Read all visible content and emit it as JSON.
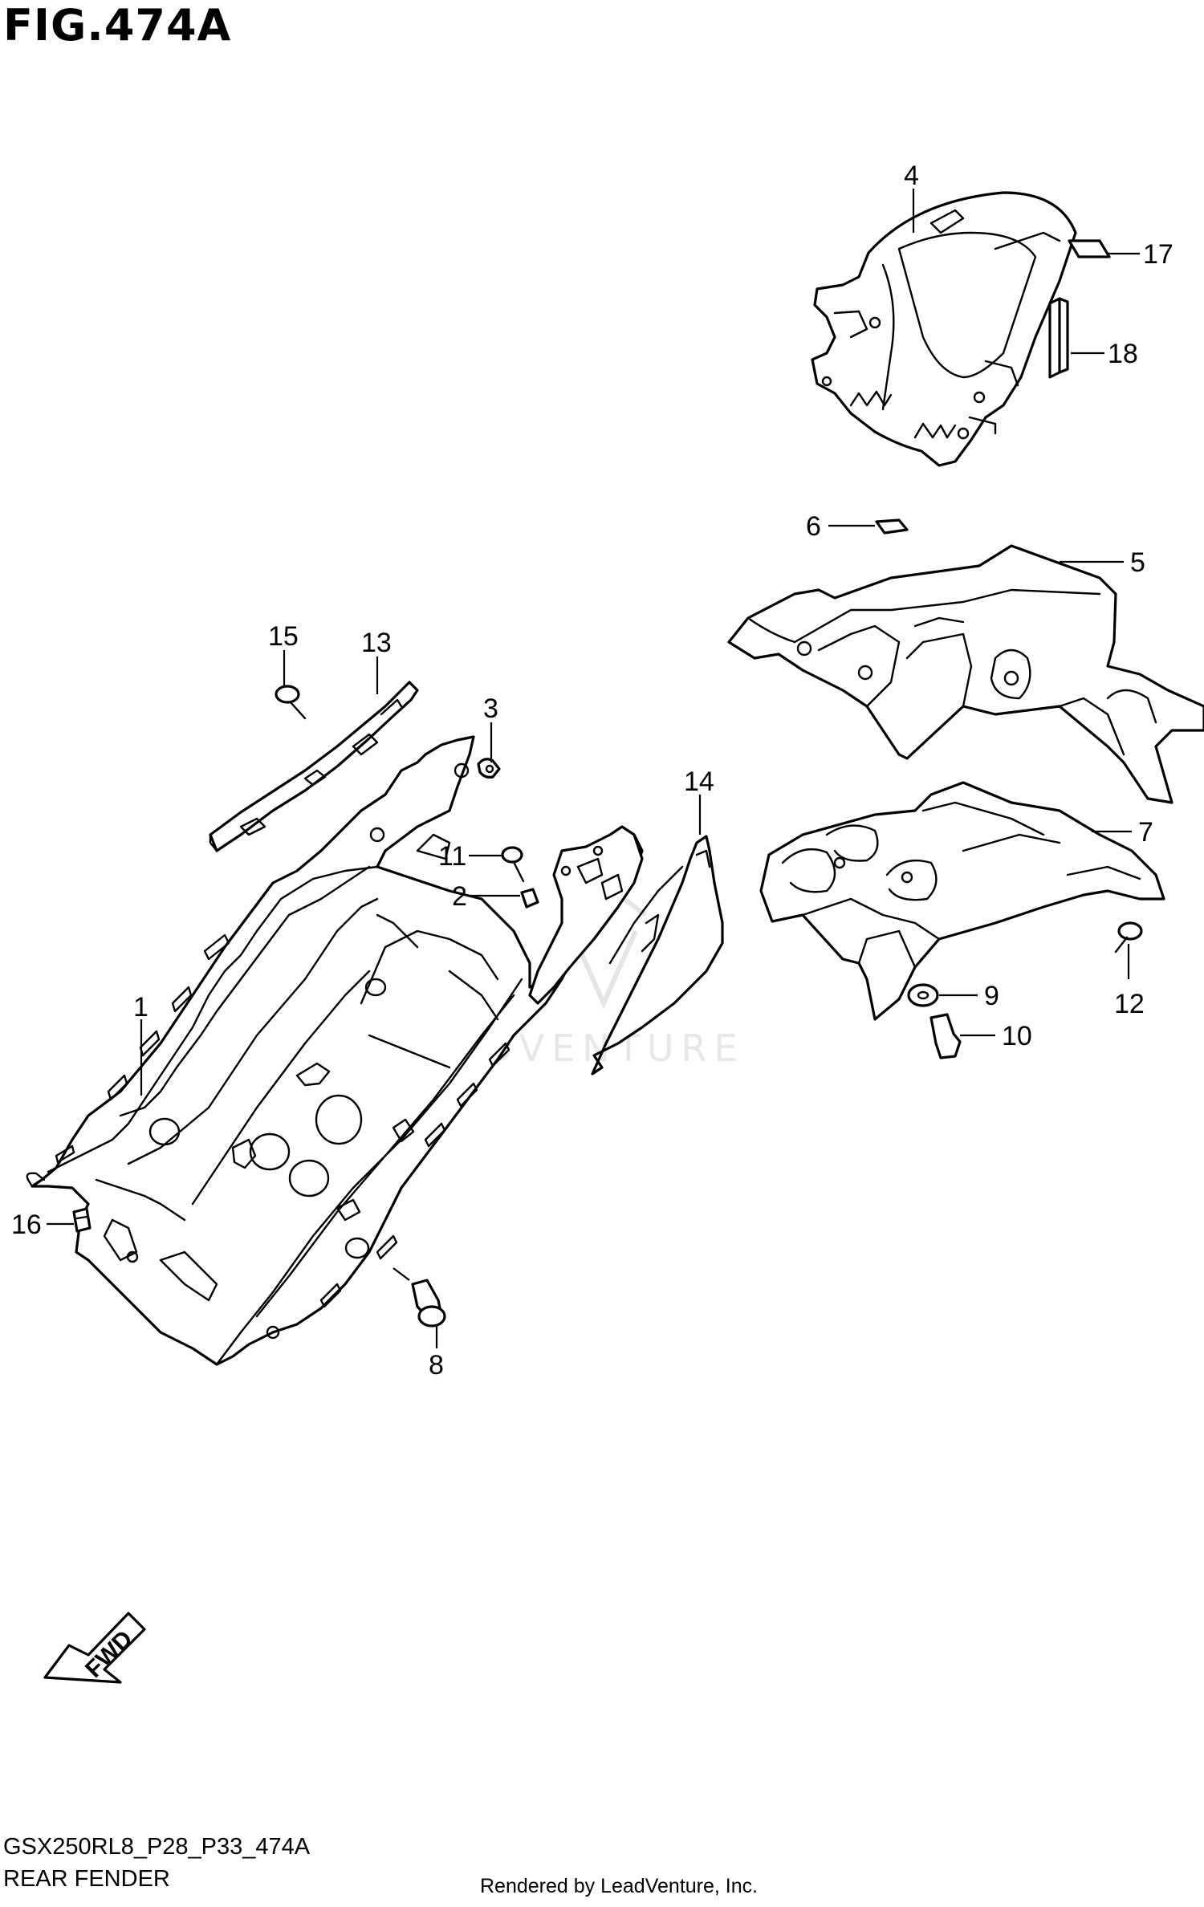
{
  "figure": {
    "title": "FIG.474A",
    "subtitle": "REAR FENDER",
    "code": "GSX250RL8_P28_P33_474A"
  },
  "credit": "Rendered by LeadVenture, Inc.",
  "watermark": "LEADVENTURE",
  "fwd_label": "FWD",
  "callouts": [
    "1",
    "2",
    "3",
    "4",
    "5",
    "6",
    "7",
    "8",
    "9",
    "10",
    "11",
    "12",
    "13",
    "14",
    "15",
    "16",
    "17",
    "18"
  ]
}
